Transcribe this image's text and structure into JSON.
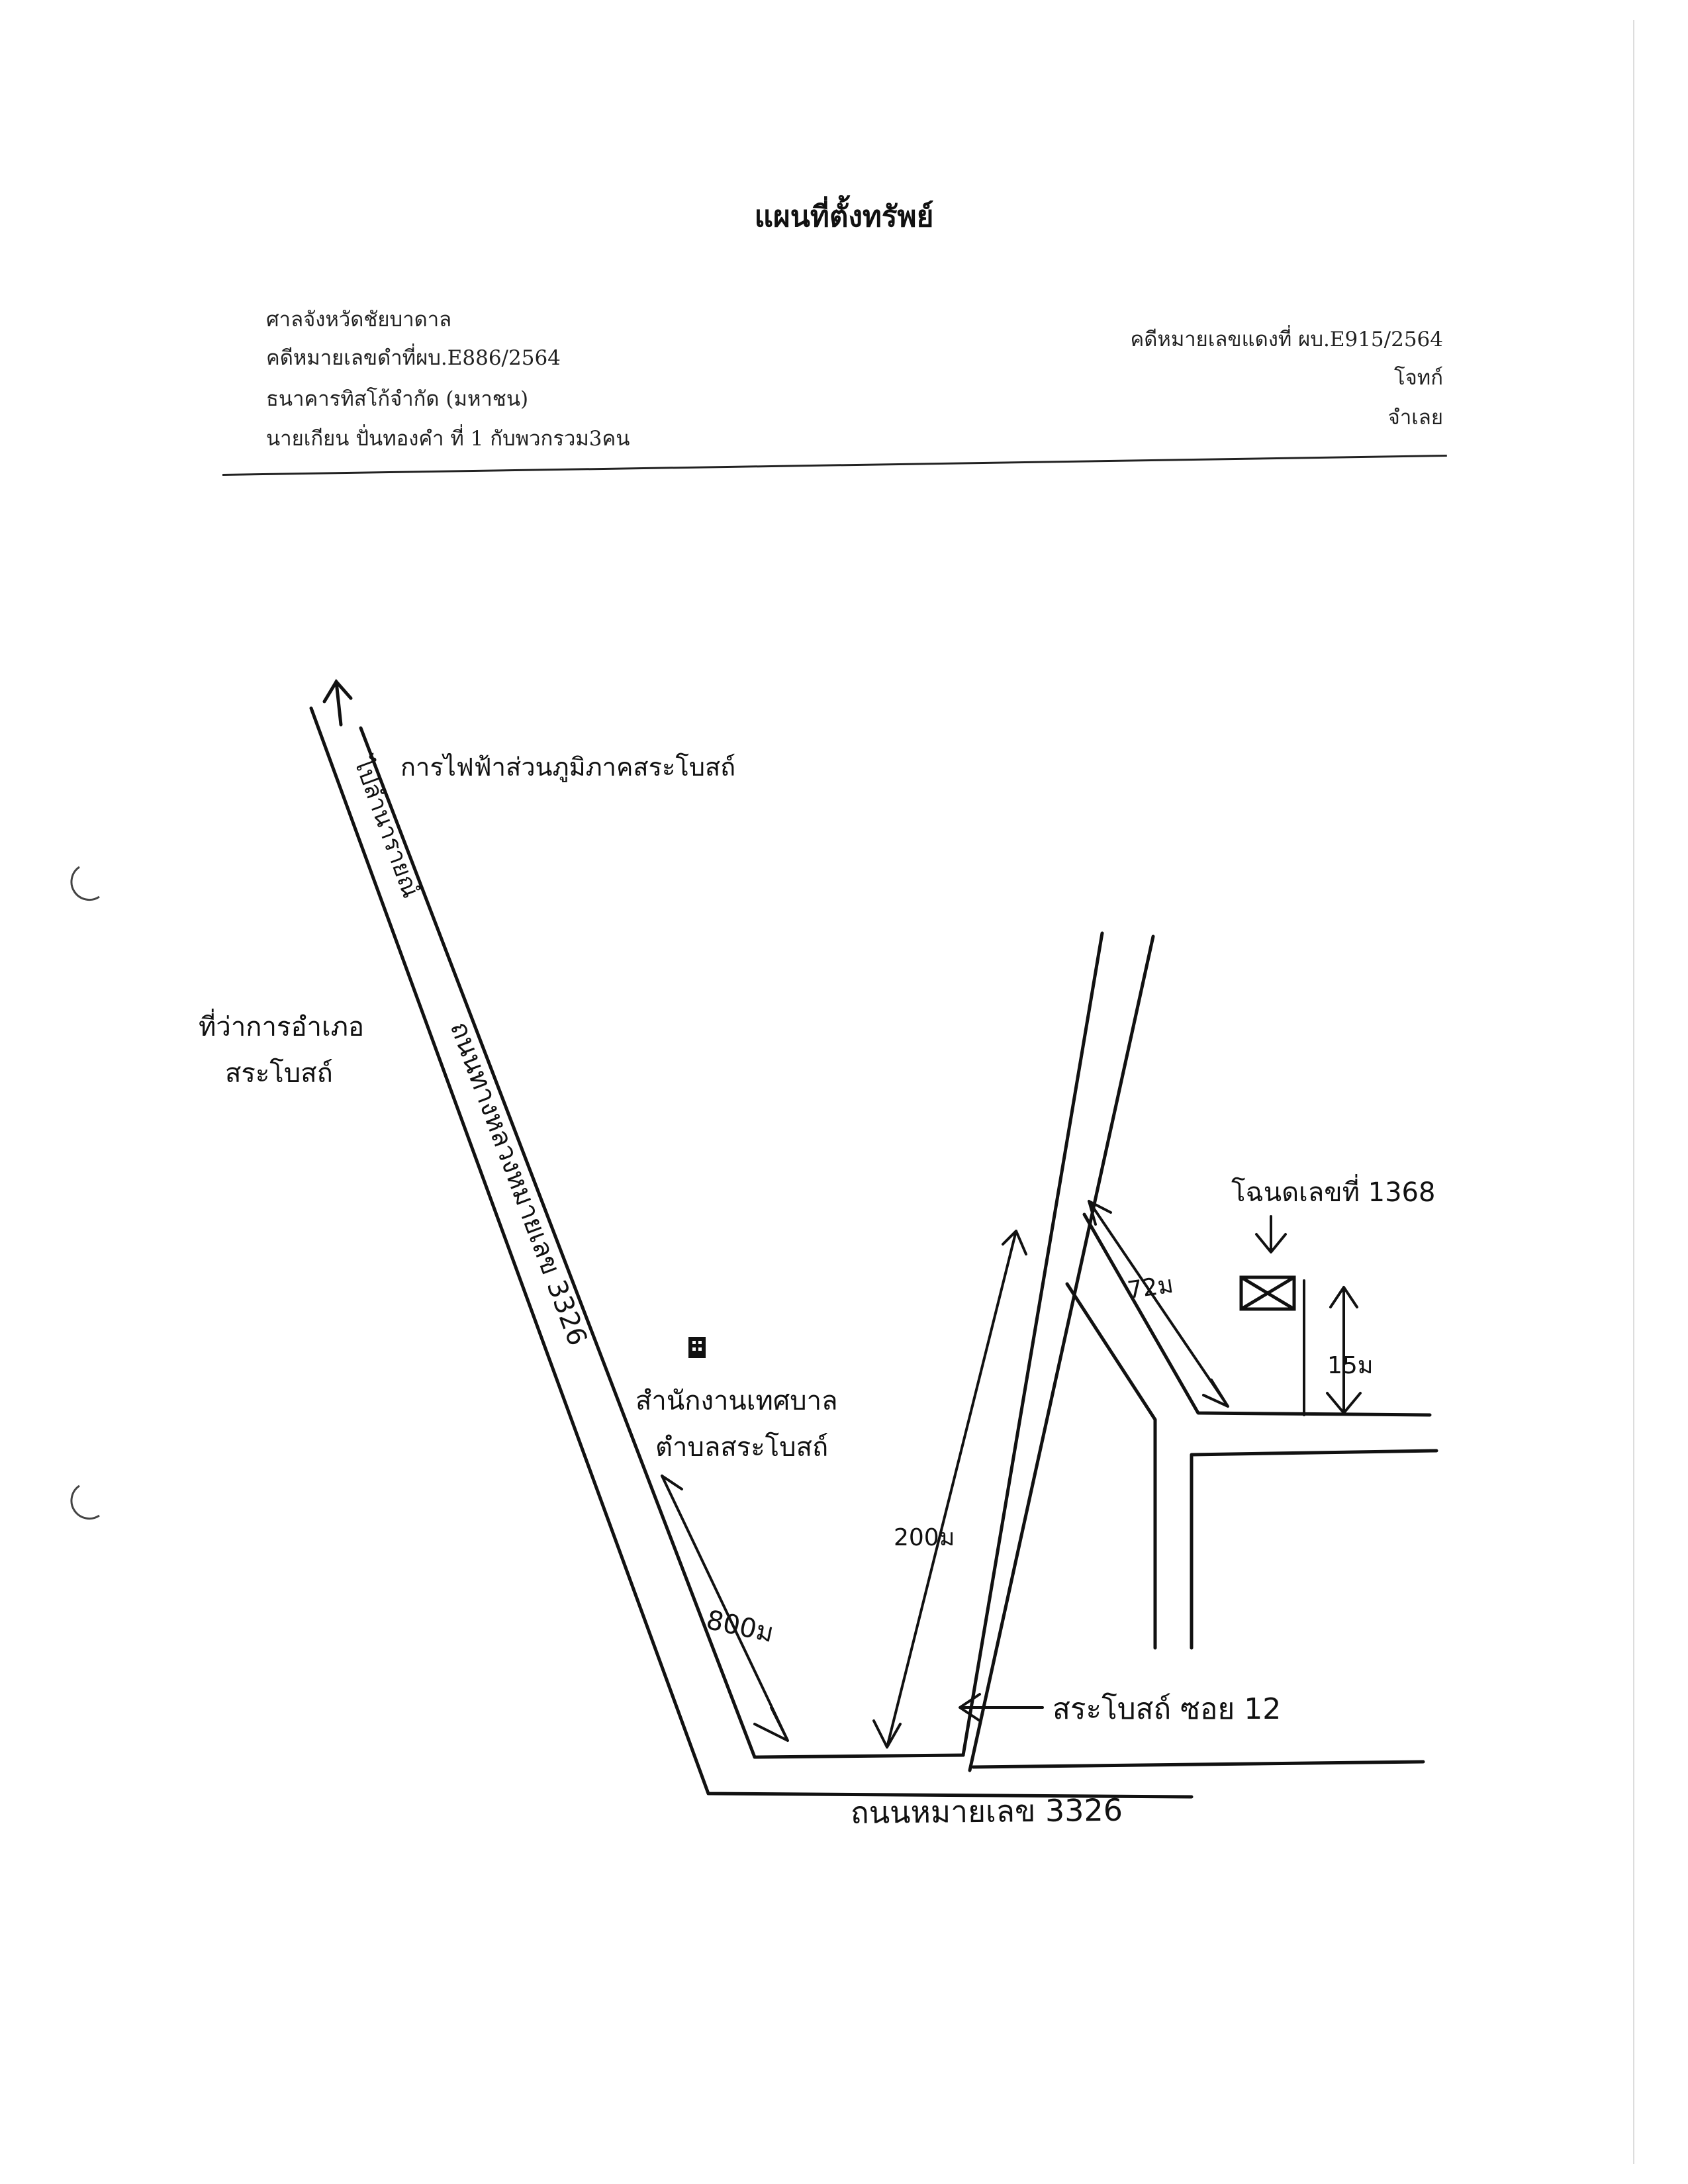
{
  "document": {
    "title": "แผนที่ตั้งทรัพย์"
  },
  "header": {
    "left": {
      "court": "ศาลจังหวัดชัยบาดาล",
      "black_case": "คดีหมายเลขดำที่ผบ.E886/2564",
      "plaintiff": "ธนาคารทิสโก้จำกัด (มหาชน)",
      "defendant": "นายเกียน ปั่นทองคำ ที่ 1 กับพวกรวม3คน"
    },
    "right": {
      "red_case": "คดีหมายเลขแดงที่ ผบ.E915/2564",
      "plaintiff_label": "โจทก์",
      "defendant_label": "จำเลย"
    }
  },
  "map": {
    "labels": {
      "to_lamnarai": "ไปลำนารายณ์",
      "pea_office": "การไฟฟ้าส่วนภูมิภาคสระโบสถ์",
      "district_office_line1": "ที่ว่าการอำเภอ",
      "district_office_line2": "สระโบสถ์",
      "road_vertical": "ถนนทางหลวงหมายเลข 3326",
      "road_horizontal": "ถนนหมายเลข 3326",
      "sao_office_line1": "สำนักงานเทศบาล",
      "sao_office_line2": "ตำบลสระโบสถ์",
      "dist_800": "800ม",
      "dist_200": "200ม",
      "dist_72": "72ม",
      "dist_15": "15ม",
      "deed": "โฉนดเลขที่ 1368",
      "soi": "สระโบสถ์ ซอย 12"
    },
    "icons": [
      "arrow-up-icon",
      "office-building-icon",
      "property-box-icon",
      "binding-hole-icon"
    ]
  }
}
